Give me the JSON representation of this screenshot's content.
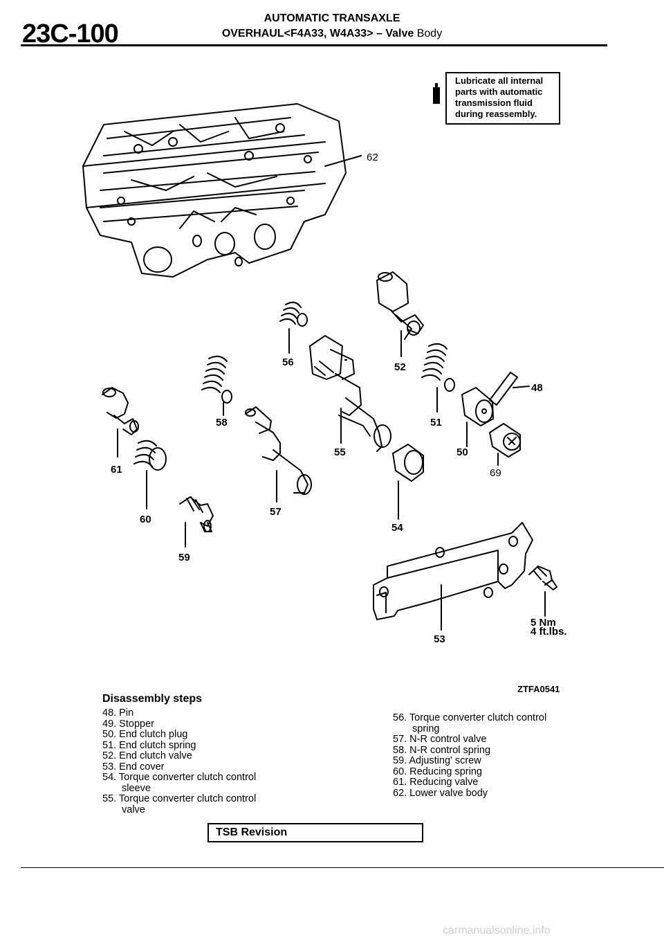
{
  "header": {
    "page_number": "23C-100",
    "section_title": "AUTOMATIC TRANSAXLE",
    "subtitle_bold": "OVERHAUL<F4A33, W4A33> – Valve",
    "subtitle_plain": "Body"
  },
  "note": {
    "lines": [
      "Lubricate all internal",
      "parts with automatic",
      "transmission fluid",
      "during reassembly."
    ]
  },
  "diagram_labels": {
    "l62": "62",
    "l56": "56",
    "l52": "52",
    "l48": "48",
    "l58": "58",
    "l51": "51",
    "l55": "55",
    "l50": "50",
    "l61": "61",
    "l69": "69",
    "l60": "60",
    "l57": "57",
    "l54": "54",
    "l59": "59",
    "l53": "53",
    "torque_nm": "5 Nm",
    "torque_ft": "4 ft.lbs.",
    "figure_code": "ZTFA0541"
  },
  "disassembly": {
    "title": "Disassembly  steps",
    "left": [
      "48. Pin",
      "49. Stopper",
      "50. End clutch plug",
      "51. End clutch spring",
      "52. End clutch valve",
      "53. End cover",
      "54. Torque converter clutch control",
      "sleeve",
      "55. Torque converter clutch control",
      "valve"
    ],
    "right": [
      "56. Torque converter clutch control",
      "spring",
      "57. N-R control valve",
      "58. N-R control spring",
      "59. Adjusting' screw",
      "60. Reducing spring",
      "61. Reducing valve",
      "62. Lower valve body"
    ]
  },
  "footer": {
    "tsb": "TSB Revision",
    "watermark": "carmanualsonline.info"
  }
}
